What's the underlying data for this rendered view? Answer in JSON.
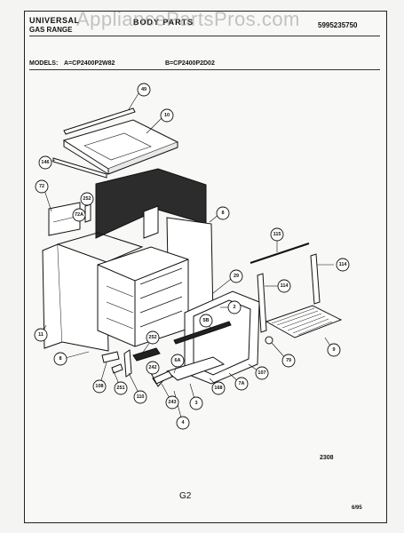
{
  "header": {
    "brand_line1": "UNIVERSAL",
    "brand_line2": "GAS RANGE",
    "section_title": "BODY PARTS",
    "doc_number": "5995235750"
  },
  "models": {
    "label": "MODELS:",
    "model_a": "A=CP2400P2W82",
    "model_b": "B=CP2400P2D02"
  },
  "watermark": "AppliancePartsPros.com",
  "callouts": [
    "49",
    "10",
    "146",
    "72",
    "252",
    "72A",
    "8",
    "115",
    "114",
    "114",
    "29",
    "2",
    "5B",
    "11",
    "8",
    "9",
    "79",
    "107",
    "7A",
    "168",
    "3",
    "6A",
    "4",
    "243",
    "242",
    "252",
    "110",
    "251",
    "108"
  ],
  "footer": {
    "edition": "2308",
    "page_code": "G2",
    "date_code": "6/95"
  }
}
